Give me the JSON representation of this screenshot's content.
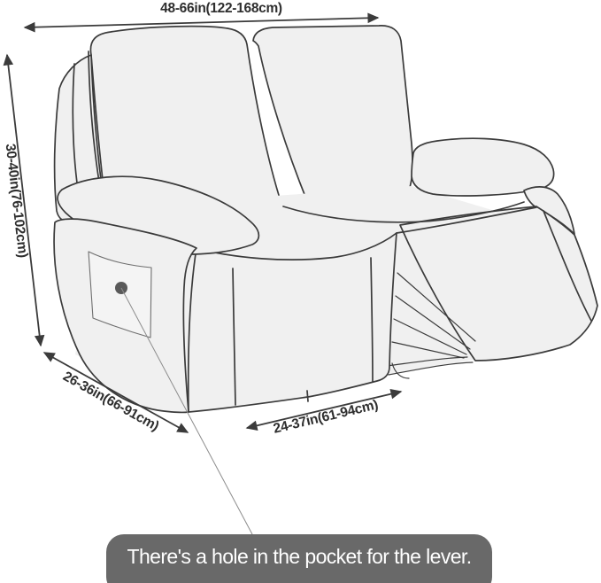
{
  "subject": "recliner-loveseat-slipcover-diagram",
  "colors": {
    "background": "#ffffff",
    "line": "#3b3b3b",
    "sofa_fill": "#f0f0f0",
    "pocket_fill": "#f4f4f4",
    "hole_dot": "#595959",
    "leader_line": "#8c8c8c",
    "callout_bg": "#696969",
    "callout_text": "#ffffff"
  },
  "dimensions": {
    "width_label": "48-66in(122-168cm)",
    "height_label": "30-40in(76-102cm)",
    "depth_label": "26-36in(66-91cm)",
    "seat_width_label": "24-37in(61-94cm)"
  },
  "callout": {
    "text": "There's a hole in the pocket for the lever."
  }
}
